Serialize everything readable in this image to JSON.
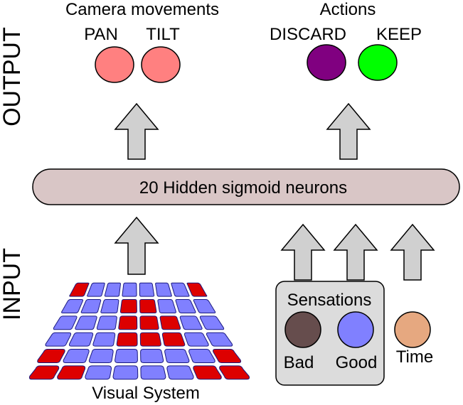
{
  "side_labels": {
    "output": "OUTPUT",
    "input": "INPUT"
  },
  "output": {
    "camera": {
      "title": "Camera movements",
      "neurons": [
        {
          "label": "PAN",
          "color": "#ff8080"
        },
        {
          "label": "TILT",
          "color": "#ff8080"
        }
      ]
    },
    "actions": {
      "title": "Actions",
      "neurons": [
        {
          "label": "DISCARD",
          "color": "#800080"
        },
        {
          "label": "KEEP",
          "color": "#00ff00"
        }
      ]
    }
  },
  "hidden_layer": {
    "label": "20 Hidden sigmoid neurons",
    "color": "#d9c6c6"
  },
  "input": {
    "visual_system": {
      "label": "Visual System",
      "cell_color": "#8080ff",
      "active_color": "#dd0000"
    },
    "sensations": {
      "title": "Sensations",
      "items": [
        {
          "label": "Bad",
          "color": "#664d4d"
        },
        {
          "label": "Good",
          "color": "#8080ff"
        }
      ]
    },
    "time": {
      "label": "Time",
      "color": "#e6a880"
    }
  },
  "arrow_color": "#d0d0d0"
}
